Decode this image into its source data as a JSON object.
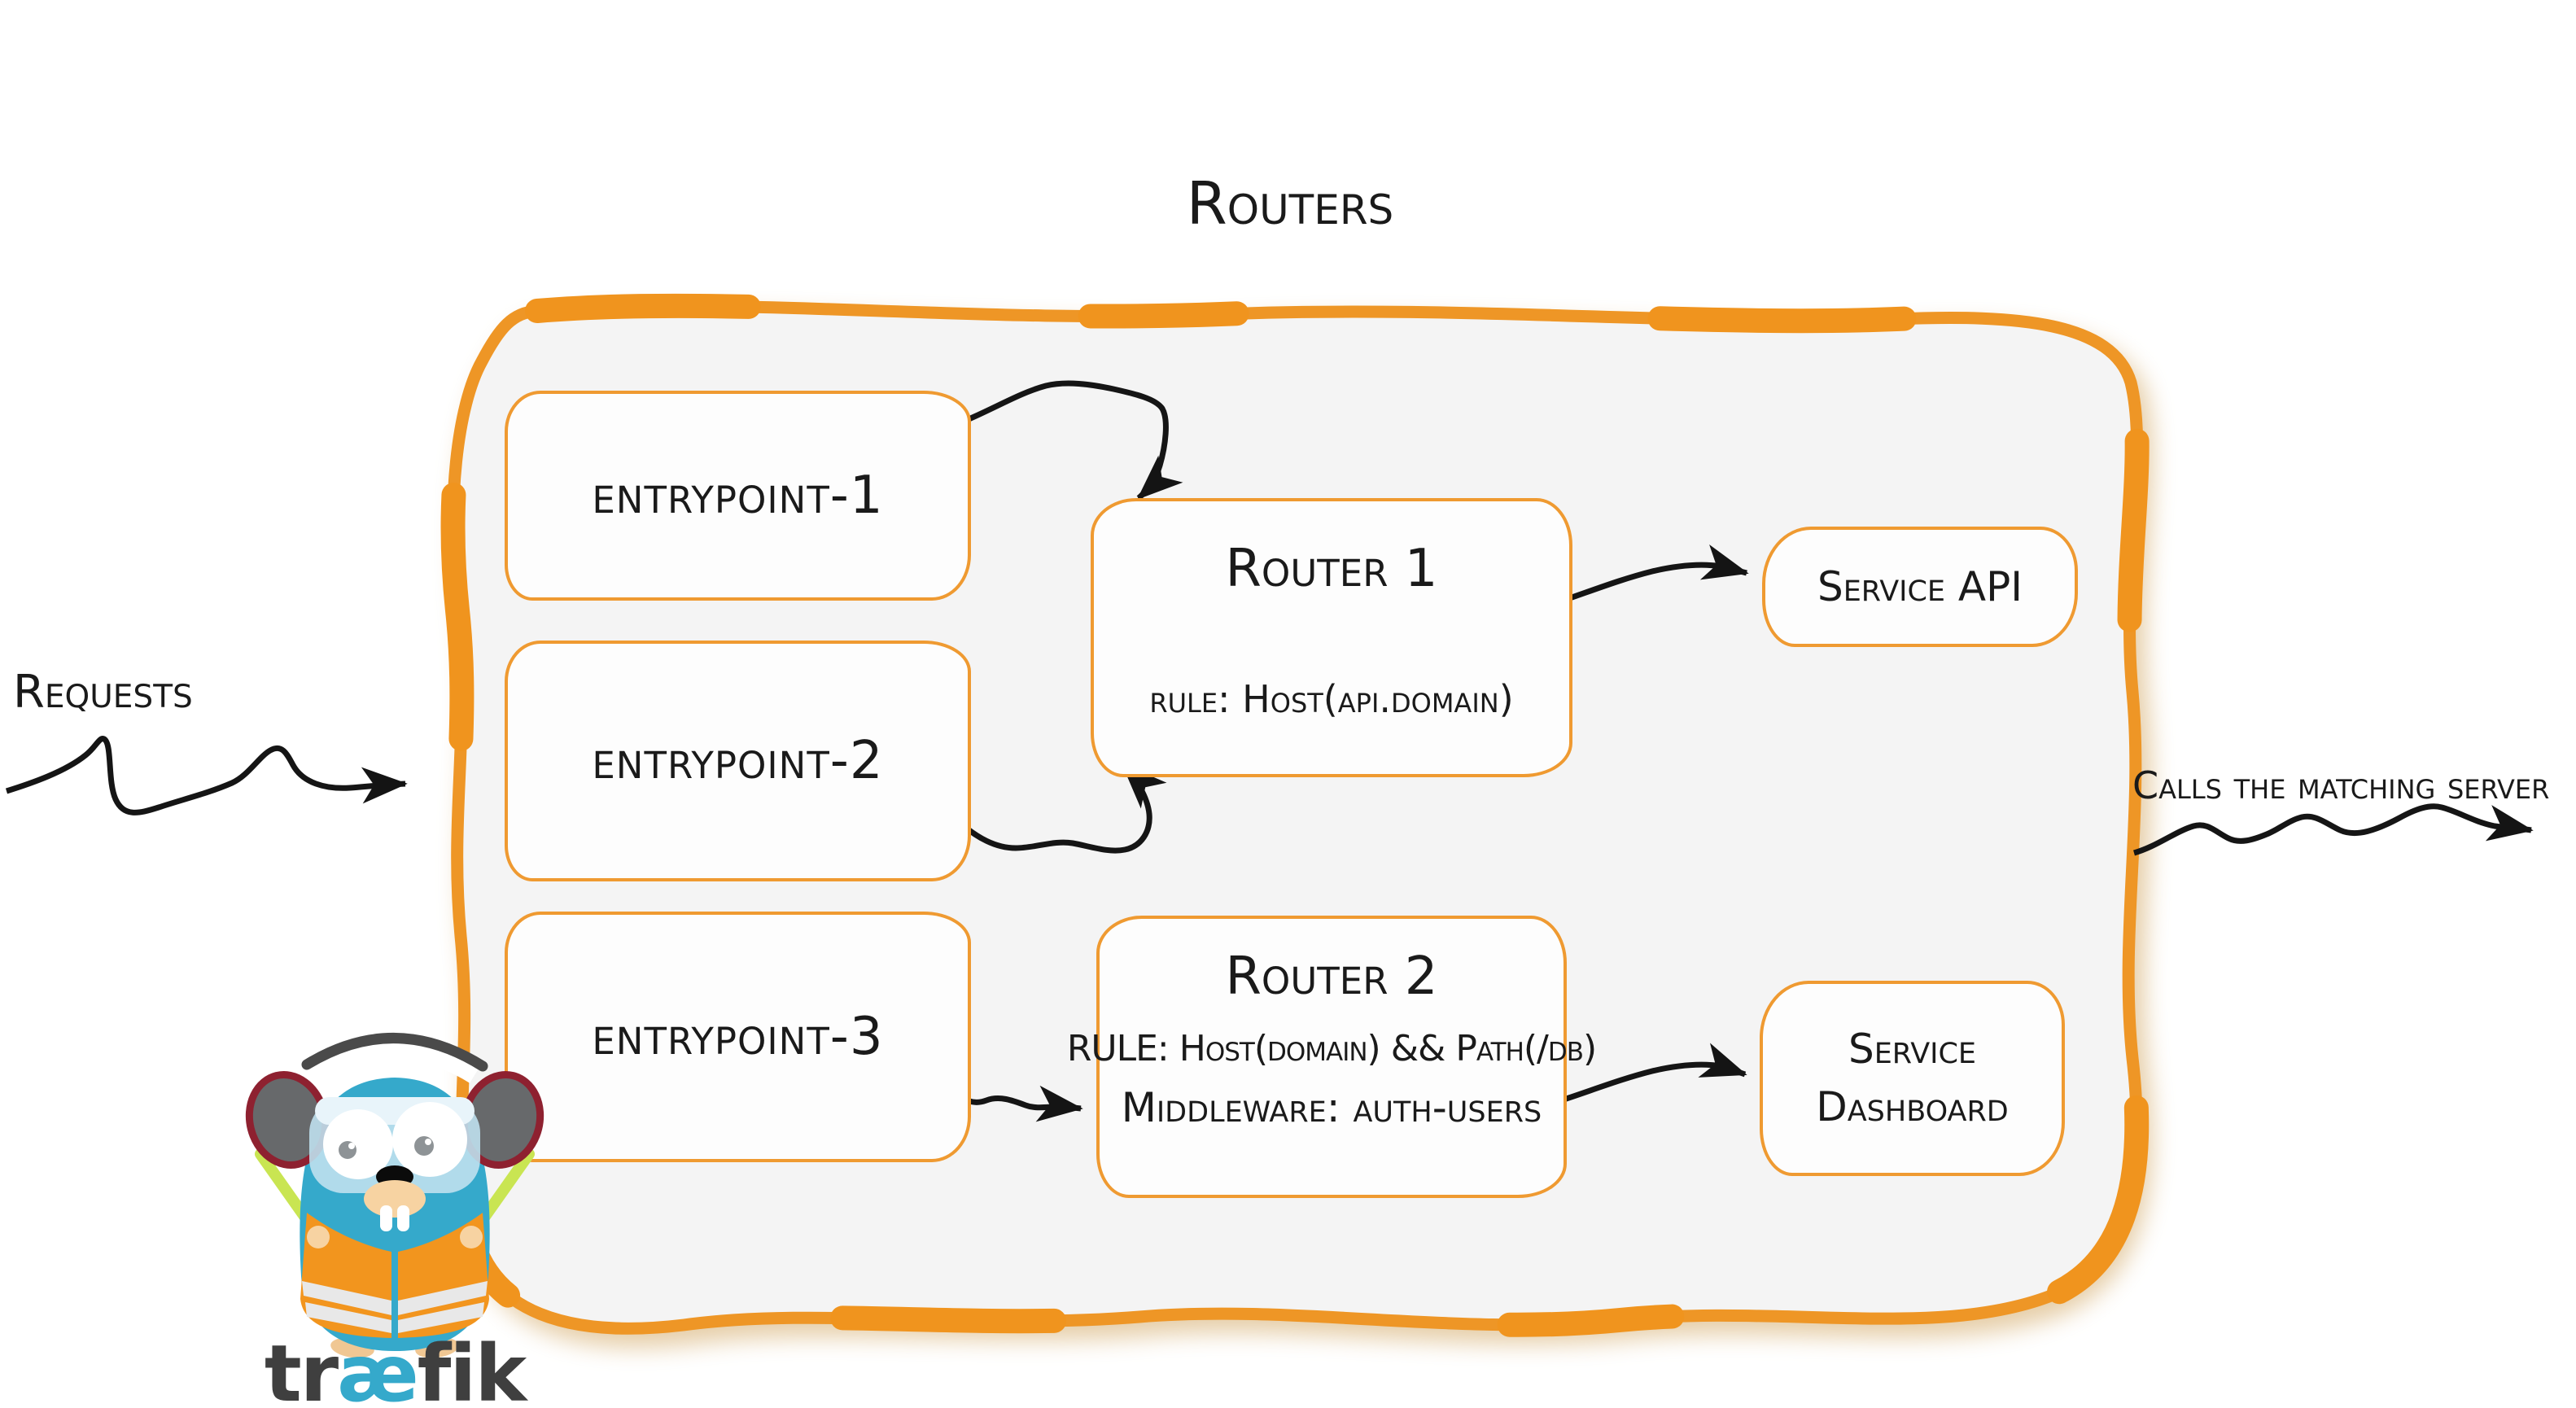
{
  "diagram": {
    "title": "Routers",
    "left_label": "Requests",
    "right_label": "Calls the matching server",
    "entrypoints": [
      {
        "label": "entrypoint-1"
      },
      {
        "label": "entrypoint-2"
      },
      {
        "label": "entrypoint-3"
      }
    ],
    "routers": [
      {
        "name": "Router 1",
        "rule": "rule: Host(api.domain)"
      },
      {
        "name": "Router 2",
        "rule": "RULE: Host(domain) && Path(/db)",
        "middleware": "Middleware: auth-users"
      }
    ],
    "services": [
      {
        "label": "Service API"
      },
      {
        "label": "Service Dashboard"
      }
    ],
    "logo": {
      "prefix": "tr",
      "ligature": "æ",
      "suffix": "fik"
    },
    "colors": {
      "accent_orange": "#F0941E",
      "box_border_orange": "#EF9A31",
      "container_fill": "#F4F4F4",
      "ink_black": "#1A1A1A",
      "gopher_blue": "#35A9CB",
      "wand_green": "#C9E552",
      "vest_orange": "#F2951E",
      "logo_gray": "#3F3F3F"
    }
  }
}
